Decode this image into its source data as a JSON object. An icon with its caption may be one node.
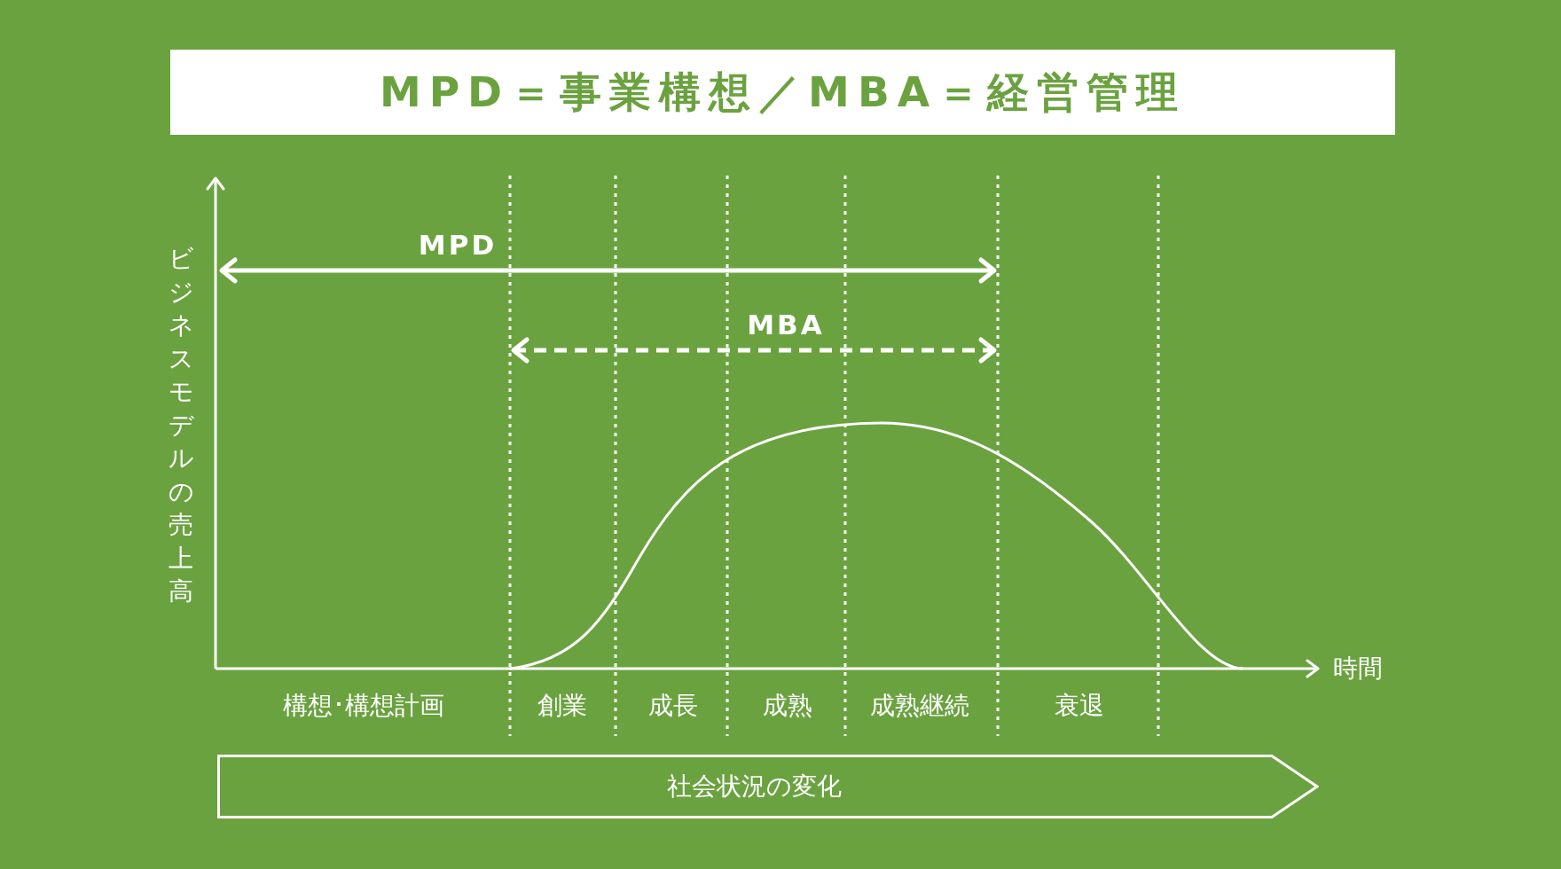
{
  "diagram": {
    "title": "MPD＝事業構想／MBA＝経営管理",
    "nodes": [
      {
        "text": [
          "社会状況の変化"
        ]
      }
    ],
    "labels": [
      "ビジネスモデルの売上高",
      "MPD",
      "MBA",
      "時間",
      "構想･構想計画",
      "創業",
      "成長",
      "成熟",
      "成熟継続",
      "衰退"
    ]
  }
}
